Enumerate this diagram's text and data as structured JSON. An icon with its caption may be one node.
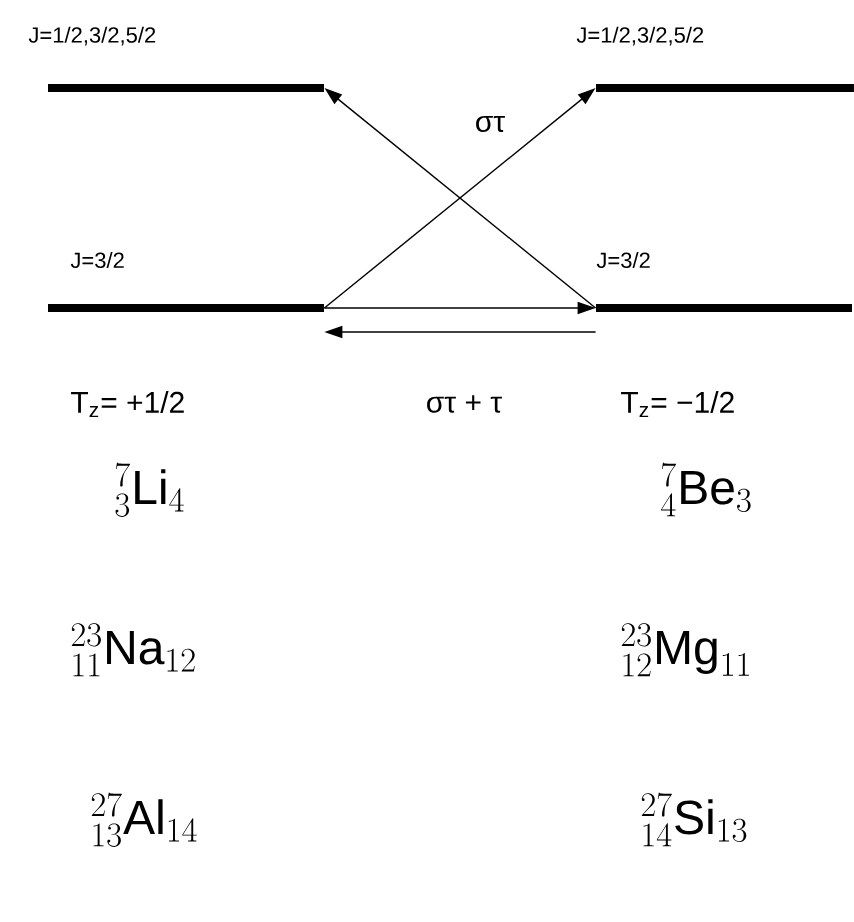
{
  "diagram": {
    "nodes": [
      {
        "text": [
          "J=1/2,3/2,5/2"
        ]
      },
      {
        "text": [
          "J=1/2,3/2,5/2"
        ]
      },
      {
        "text": [
          "J=3/2"
        ]
      },
      {
        "text": [
          "J=3/2"
        ]
      }
    ],
    "edges": [
      {
        "from": 2,
        "to": 1,
        "arrow": "to",
        "label": "στ"
      },
      {
        "from": 3,
        "to": 0,
        "arrow": "to"
      },
      {
        "from": 2,
        "to": 3,
        "arrow": "to"
      },
      {
        "from": 3,
        "to": 2,
        "arrow": "to",
        "label": "στ + τ"
      }
    ],
    "labels": [
      "T$_{z}$= +1/2",
      "T$_{z}$= −1/2",
      "{}^{7}_{3}\\mathrm{Li}_{4}",
      "{}^{7}_{4}\\mathrm{Be}_{3}",
      "{}^{23}_{11}\\mathrm{Na}_{12}",
      "{}^{23}_{12}\\mathrm{Mg}_{11}",
      "{}^{27}_{13}\\mathrm{Al}_{14}",
      "{}^{27}_{14}\\mathrm{Si}_{13}"
    ]
  }
}
